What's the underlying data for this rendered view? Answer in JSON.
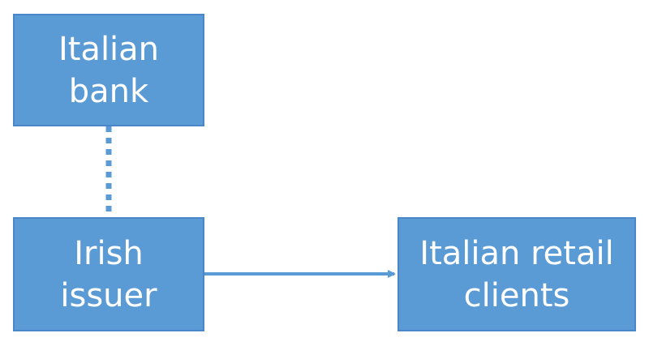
{
  "nodes": {
    "bank": {
      "label": "Italian\nbank"
    },
    "issuer": {
      "label": "Irish\nissuer"
    },
    "clients": {
      "label": "Italian retail\nclients"
    }
  },
  "edges": [
    {
      "from": "bank",
      "to": "issuer",
      "style": "dotted"
    },
    {
      "from": "issuer",
      "to": "clients",
      "style": "solid-arrow"
    }
  ],
  "colors": {
    "box_fill": "#5b9bd5",
    "box_border": "#4a86c8",
    "connector": "#5b9bd5",
    "text": "#ffffff"
  }
}
